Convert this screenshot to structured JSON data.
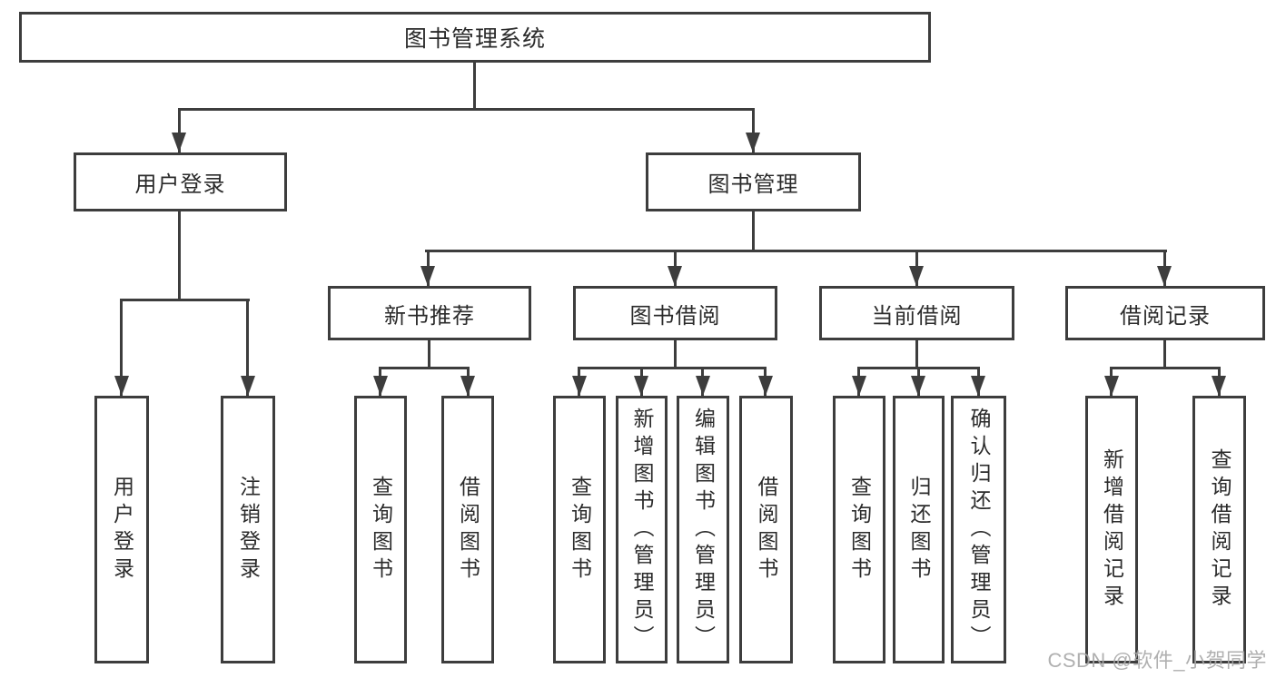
{
  "diagram": {
    "root": {
      "label": "图书管理系统"
    },
    "level2": [
      {
        "label": "用户登录",
        "children": [
          {
            "label": "用户登录"
          },
          {
            "label": "注销登录"
          }
        ]
      },
      {
        "label": "图书管理",
        "children": [
          {
            "label": "新书推荐",
            "children": [
              {
                "label": "查询图书"
              },
              {
                "label": "借阅图书"
              }
            ]
          },
          {
            "label": "图书借阅",
            "children": [
              {
                "label": "查询图书"
              },
              {
                "label": "新增图书（管理员）"
              },
              {
                "label": "编辑图书（管理员）"
              },
              {
                "label": "借阅图书"
              }
            ]
          },
          {
            "label": "当前借阅",
            "children": [
              {
                "label": "查询图书"
              },
              {
                "label": "归还图书"
              },
              {
                "label": "确认归还（管理员）"
              }
            ]
          },
          {
            "label": "借阅记录",
            "children": [
              {
                "label": "新增借阅记录"
              },
              {
                "label": "查询借阅记录"
              }
            ]
          }
        ]
      }
    ]
  },
  "watermark": {
    "text": "CSDN @软件_小贺同学"
  },
  "colors": {
    "line": "#3d3d3d",
    "text": "#2b2b2b",
    "watermark": "#a8a8a8",
    "background": "#ffffff"
  }
}
